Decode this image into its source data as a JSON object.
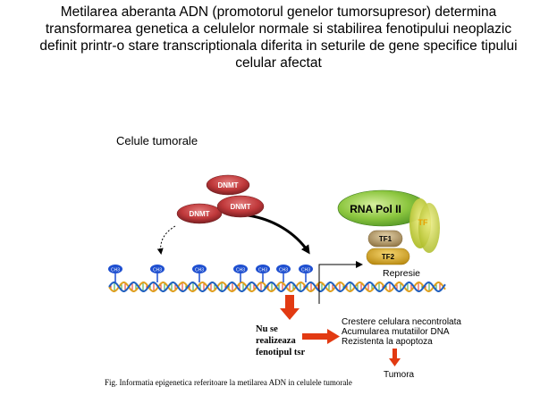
{
  "title_lines": [
    "Metilarea aberanta ADN (promotorul genelor tumorsupresor) determina",
    "transformarea genetica a celulelor normale si stabilirea fenotipului neoplazic",
    "definit printr-o stare transcriptionala diferita in seturile de gene specifice tipului",
    "celular afectat"
  ],
  "cells_label": "Celule tumorale",
  "dnmt_labels": [
    "DNMT",
    "DNMT",
    "DNMT"
  ],
  "rna_pol_label": "RNA Pol II",
  "tf_label": "TF",
  "tf1_label": "TF1",
  "tf2_label": "TF2",
  "repression_label": "Represie",
  "cpg_label": "CH3",
  "no_expression_lines": [
    "Nu  se",
    "realizeaza",
    "fenotipul tsr"
  ],
  "effects": [
    "Crestere celulara necontrolata",
    "Acumularea mutatiilor DNA",
    "Rezistenta la apoptoza"
  ],
  "tumor_label": "Tumora",
  "caption": "Fig.  Informatia epigenetica referitoare la metilarea ADN in celulele tumorale",
  "colors": {
    "dnmt": "#c0393b",
    "dnmt_dark": "#7a1f22",
    "rna_pol": "#5fa832",
    "tf_yellow": "#c9d63a",
    "tf1": "#b59a6a",
    "tf2": "#d9a81c",
    "dna_strand_a": "#e0a020",
    "dna_strand_b": "#2060c0",
    "cpg": "#1e4fd0",
    "arrow_red": "#e23a12"
  }
}
